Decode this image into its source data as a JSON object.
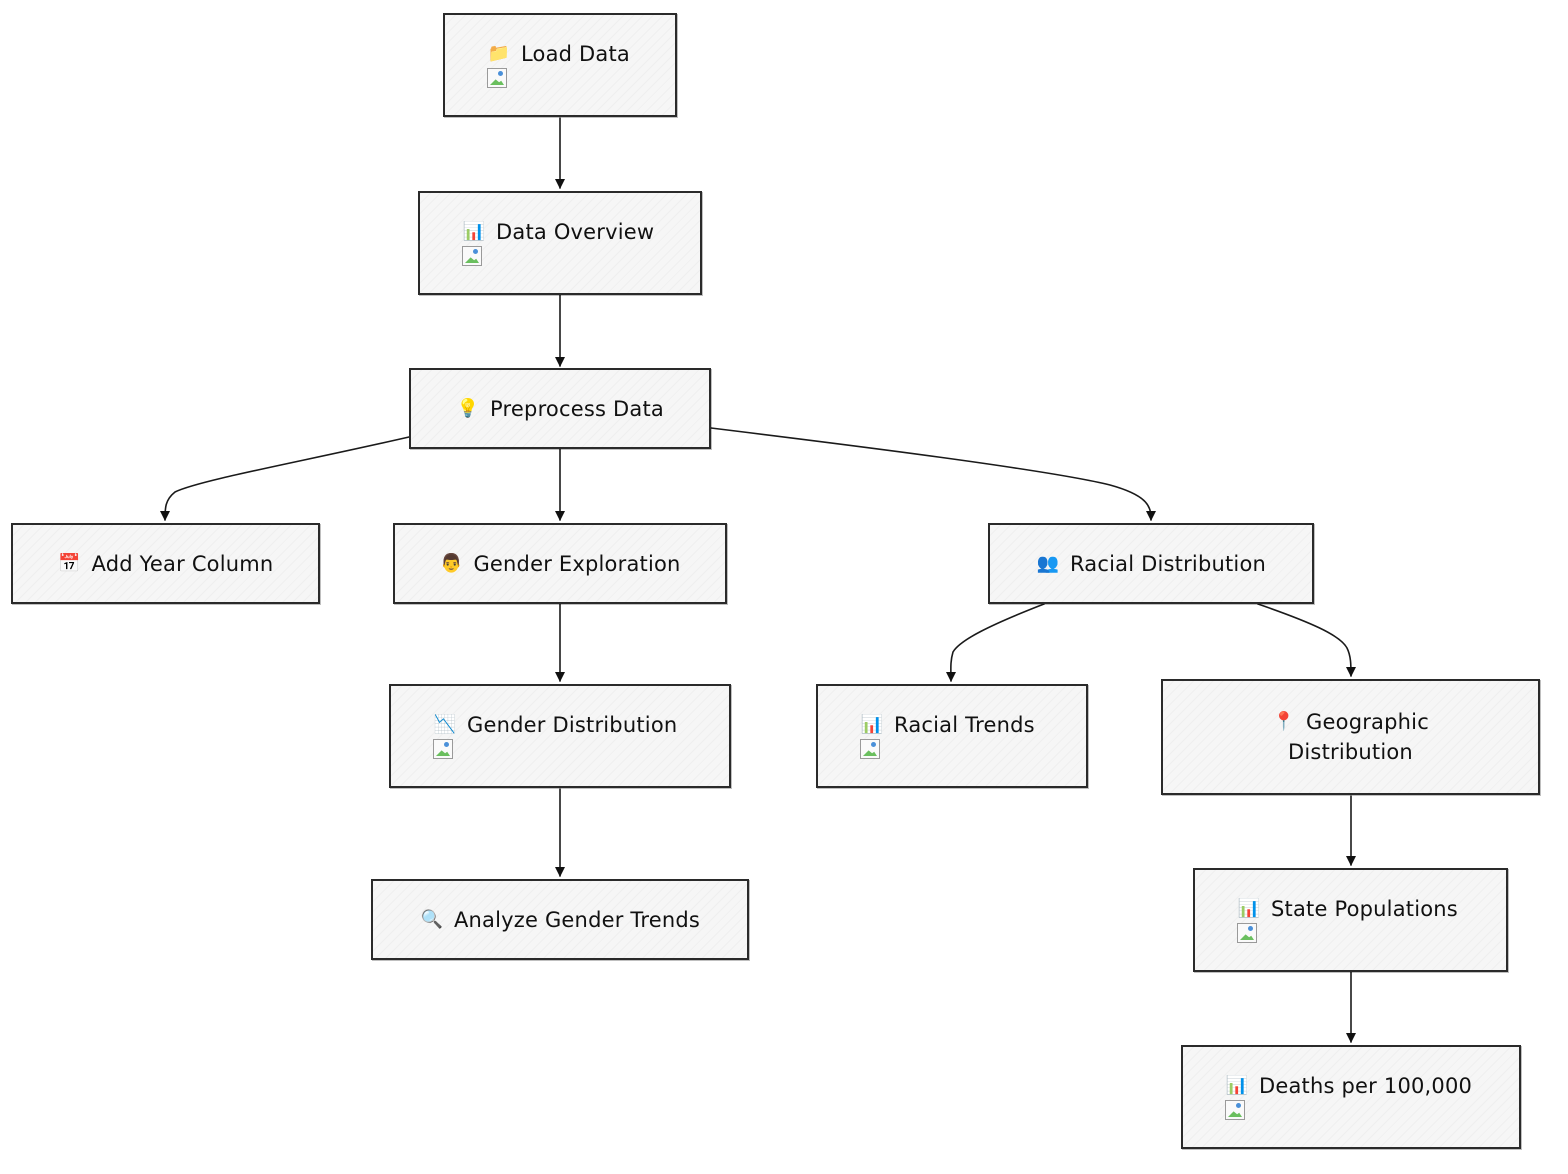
{
  "nodes": {
    "load_data": {
      "icon": "folder-icon",
      "glyph": "📁",
      "label": "Load Data",
      "has_image": true
    },
    "data_overview": {
      "icon": "bar-chart-icon",
      "glyph": "📊",
      "label": "Data Overview",
      "has_image": true
    },
    "preprocess_data": {
      "icon": "light-bulb-icon",
      "glyph": "💡",
      "label": "Preprocess Data",
      "has_image": false
    },
    "add_year_column": {
      "icon": "calendar-icon",
      "glyph": "📅",
      "label": "Add Year Column",
      "has_image": false
    },
    "gender_exploration": {
      "icon": "person-icon",
      "glyph": "👨",
      "label": "Gender Exploration",
      "has_image": false
    },
    "racial_distribution": {
      "icon": "people-icon",
      "glyph": "👥",
      "label": "Racial Distribution",
      "has_image": false
    },
    "gender_distribution": {
      "icon": "trend-down-icon",
      "glyph": "📉",
      "label": "Gender Distribution",
      "has_image": true
    },
    "racial_trends": {
      "icon": "bar-chart-icon",
      "glyph": "📊",
      "label": "Racial Trends",
      "has_image": true
    },
    "geographic_distribution": {
      "icon": "pin-icon",
      "glyph": "📍",
      "label_line1": "Geographic",
      "label_line2": "Distribution",
      "has_image": false
    },
    "analyze_gender_trends": {
      "icon": "magnifier-icon",
      "glyph": "🔍",
      "label": "Analyze Gender Trends",
      "has_image": false
    },
    "state_populations": {
      "icon": "bar-chart-icon",
      "glyph": "📊",
      "label": "State Populations",
      "has_image": true
    },
    "deaths_per_100000": {
      "icon": "bar-chart-icon",
      "glyph": "📊",
      "label": "Deaths per 100,000",
      "has_image": true
    }
  },
  "edges": [
    [
      "load_data",
      "data_overview"
    ],
    [
      "data_overview",
      "preprocess_data"
    ],
    [
      "preprocess_data",
      "add_year_column"
    ],
    [
      "preprocess_data",
      "gender_exploration"
    ],
    [
      "preprocess_data",
      "racial_distribution"
    ],
    [
      "gender_exploration",
      "gender_distribution"
    ],
    [
      "gender_distribution",
      "analyze_gender_trends"
    ],
    [
      "racial_distribution",
      "racial_trends"
    ],
    [
      "racial_distribution",
      "geographic_distribution"
    ],
    [
      "geographic_distribution",
      "state_populations"
    ],
    [
      "state_populations",
      "deaths_per_100000"
    ]
  ]
}
